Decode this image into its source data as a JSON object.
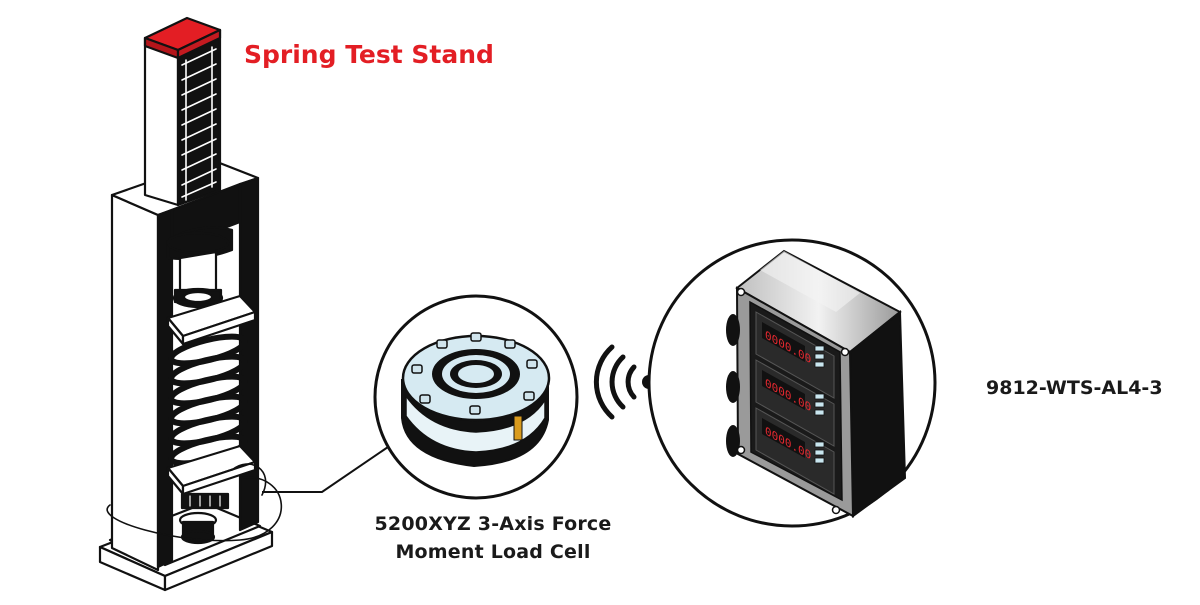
{
  "diagram": {
    "title": "Spring Test Stand",
    "load_cell_label_line1": "5200XYZ 3-Axis Force",
    "load_cell_label_line2": "Moment Load Cell",
    "meter_label": "9812-WTS-AL4-3",
    "display_readout": "0000.00",
    "colors": {
      "accent": "#e31e24",
      "outline": "#111111",
      "load_cell_ring": "#d6eaf2",
      "sticker": "#d99b1e",
      "display_bg": "#2a2a2a",
      "display_digits": "#e0282f",
      "meter_buttons": "#c9e6ef"
    },
    "icons": [
      "spring-test-stand-icon",
      "load-cell-icon",
      "wireless-signal-icon",
      "meter-enclosure-icon"
    ]
  }
}
